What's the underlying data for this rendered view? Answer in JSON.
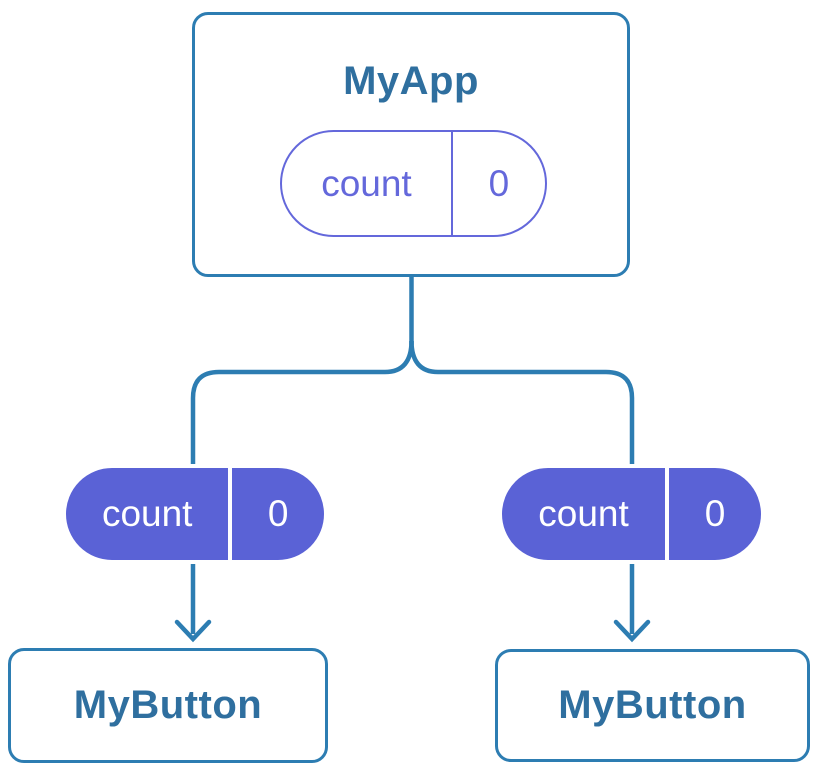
{
  "diagram": {
    "description": "React component tree with state passed down as props",
    "colors": {
      "line": "#2d7db2",
      "title_text": "#2f6f9f",
      "purple_outline": "#6468db",
      "purple_fill": "#5a62d6",
      "card_bg": "#ffffff",
      "bg": "#ffffff",
      "pill_text_light": "#ffffff"
    },
    "root": {
      "title": "MyApp",
      "state": {
        "name": "count",
        "value": "0"
      }
    },
    "props": [
      {
        "name": "count",
        "value": "0"
      },
      {
        "name": "count",
        "value": "0"
      }
    ],
    "children": [
      {
        "title": "MyButton"
      },
      {
        "title": "MyButton"
      }
    ]
  }
}
